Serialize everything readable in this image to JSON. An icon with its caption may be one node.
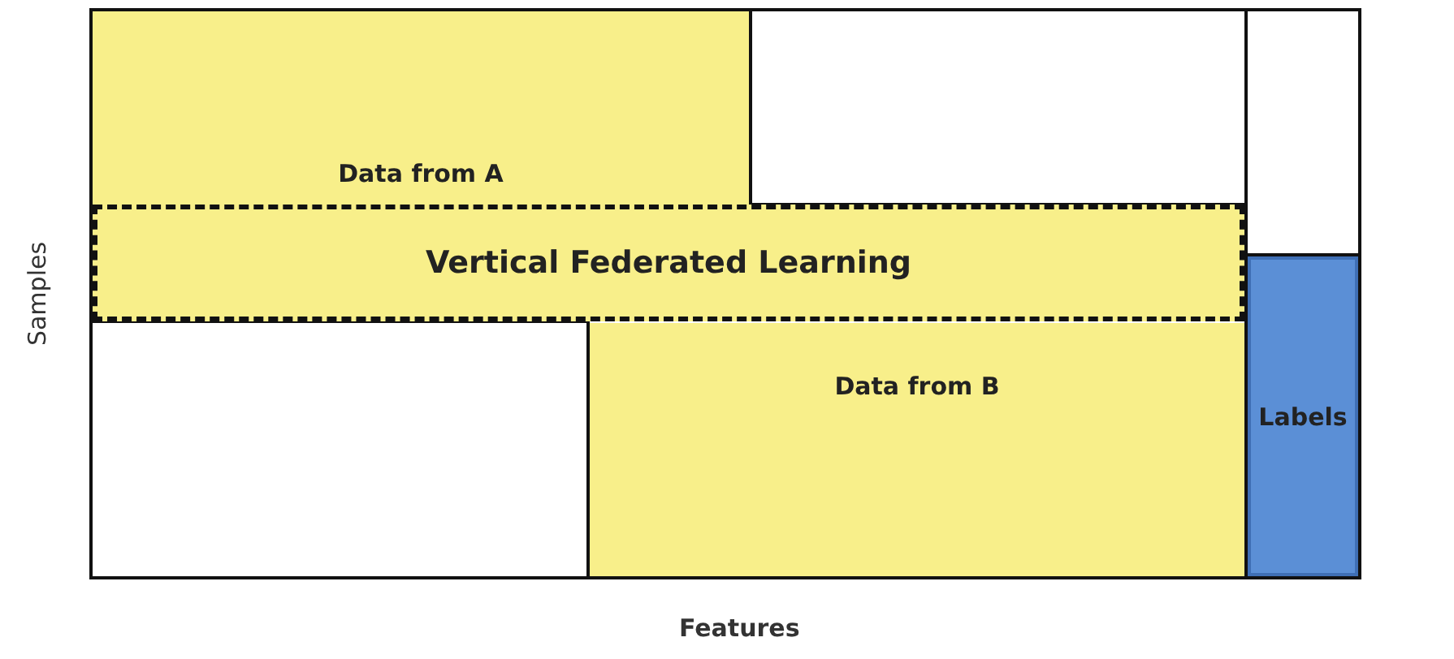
{
  "diagram": {
    "nodes": [
      {
        "text": [
          "Data from A"
        ]
      },
      {
        "text": [
          "Vertical Federated Learning"
        ]
      },
      {
        "text": [
          "Data from B"
        ]
      },
      {
        "text": [
          "Labels"
        ]
      }
    ],
    "labels": [
      "Samples",
      "Features"
    ]
  }
}
